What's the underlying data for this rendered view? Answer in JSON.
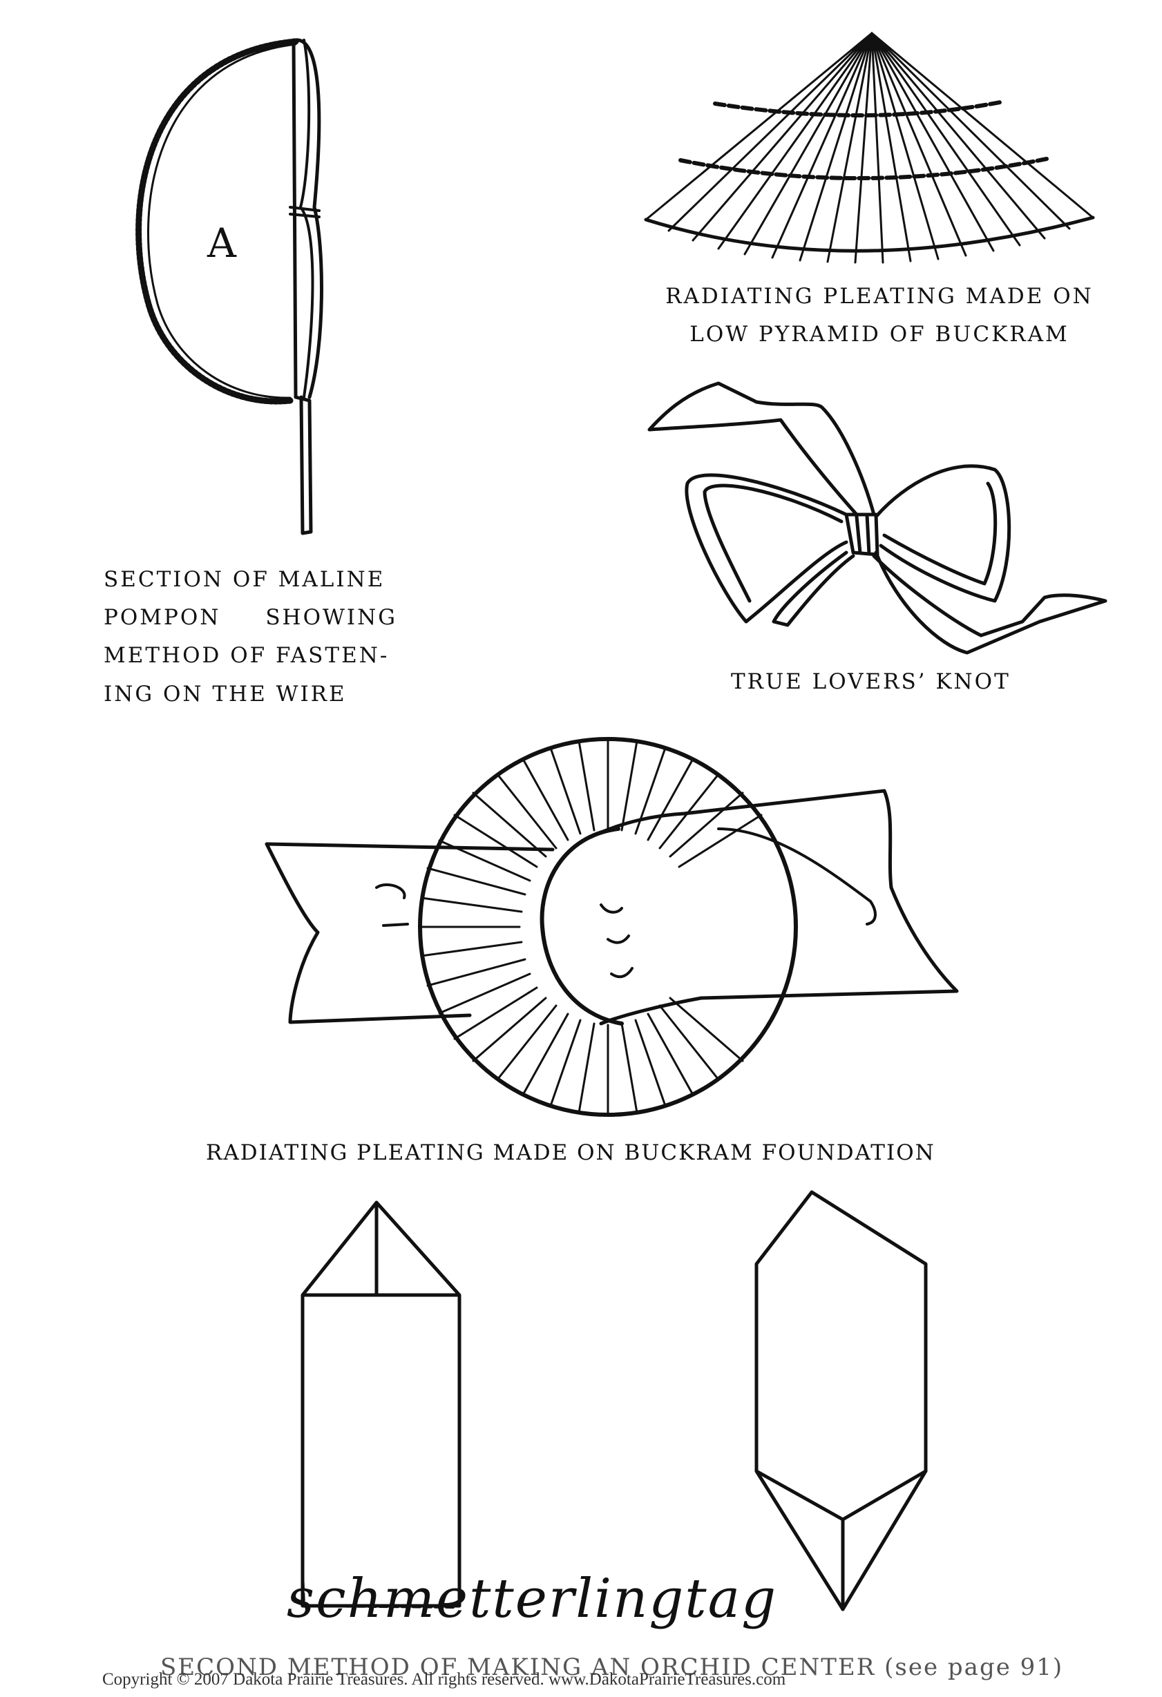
{
  "figure_a": {
    "label": "A",
    "caption_lines": [
      "SECTION OF MALINE",
      "POMPON",
      "SHOWING",
      "METHOD OF FASTEN-",
      "ING ON THE WIRE"
    ]
  },
  "figure_pyramid": {
    "caption_lines": [
      "RADIATING PLEATING MADE ON",
      "LOW PYRAMID OF BUCKRAM"
    ]
  },
  "figure_bow": {
    "caption": "TRUE LOVERS’ KNOT"
  },
  "figure_rosette": {
    "caption": "RADIATING PLEATING MADE ON BUCKRAM FOUNDATION"
  },
  "figure_orchid": {
    "caption": "SECOND METHOD OF MAKING AN ORCHID CENTER (see page 91)"
  },
  "watermark": "schmetterlingtag",
  "copyright": "Copyright © 2007 Dakota Prairie Treasures. All rights reserved. www.DakotaPrairieTreasures.com"
}
